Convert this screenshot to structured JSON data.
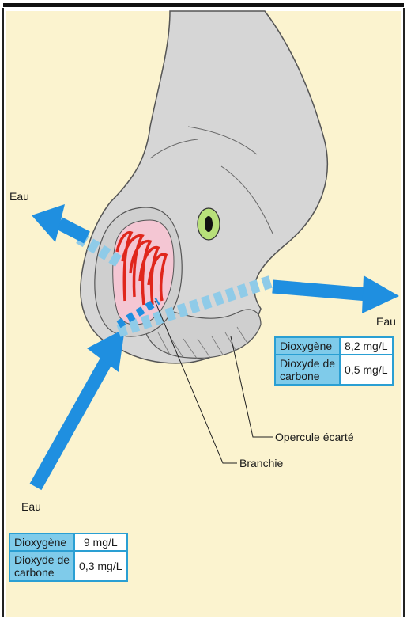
{
  "labels": {
    "water_left": "Eau",
    "water_right": "Eau",
    "water_bottom": "Eau",
    "operculum": "Opercule écarté",
    "gill": "Branchie"
  },
  "table_out": {
    "rows": [
      {
        "name": "Dioxygène",
        "value": "8,2 mg/L"
      },
      {
        "name": "Dioxyde de carbone",
        "name_l1": "Dioxyde de",
        "name_l2": "carbone",
        "value": "0,5 mg/L"
      }
    ]
  },
  "table_in": {
    "rows": [
      {
        "name": "Dioxygène",
        "value": "9 mg/L"
      },
      {
        "name": "Dioxyde de carbone",
        "name_l1": "Dioxyde de",
        "name_l2": "carbone",
        "value": "0,3 mg/L"
      }
    ]
  },
  "colors": {
    "background": "#fbf3cf",
    "arrow": "#1f8fe0",
    "arrow_dashed": "#8fcbe8",
    "table_header": "#7fcbea",
    "table_border": "#2a9fd3",
    "fish": "#d5d5d5",
    "gill": "#e0261c"
  }
}
